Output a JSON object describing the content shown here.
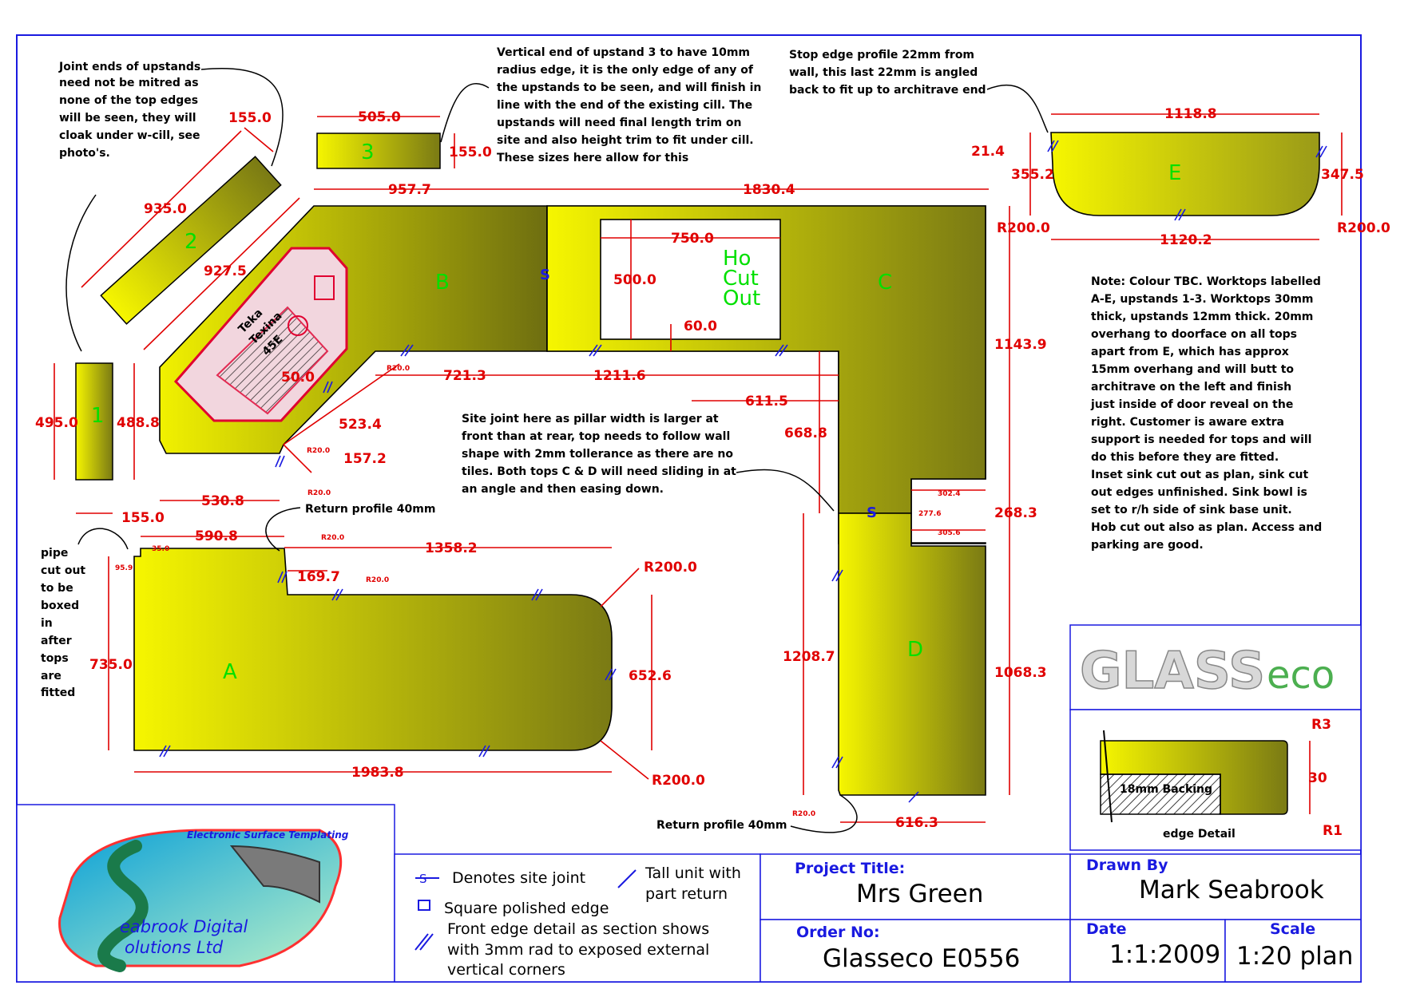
{
  "notes": {
    "joint_ends": [
      "Joint ends of upstands",
      "need not be mitred as",
      "none of the top edges",
      "will be seen, they will",
      "cloak under w-cill, see",
      "photo's."
    ],
    "upstand3": [
      "Vertical end of upstand 3 to have 10mm",
      "radius edge, it is the only edge of any of",
      "the upstands to be seen, and will finish in",
      "line with the end of the existing cill. The",
      "upstands will need final length trim on",
      "site and also height trim to fit under cill.",
      "These sizes here allow for this"
    ],
    "stop_edge": [
      "Stop edge profile 22mm from",
      "wall, this last 22mm is angled",
      "back to fit up to architrave end"
    ],
    "site_joint": [
      "Site joint here as pillar width is larger at",
      "front than at rear, top needs to follow wall",
      "shape with 2mm tollerance as there are no",
      "tiles. Both tops C & D will need sliding in at",
      "an angle and then easing down."
    ],
    "pipe": [
      "pipe",
      "cut out",
      "to be",
      "boxed",
      "in",
      "after",
      "tops",
      "are",
      "fitted"
    ],
    "general": [
      "Note: Colour TBC. Worktops labelled",
      "A-E, upstands 1-3. Worktops 30mm",
      "thick, upstands 12mm thick. 20mm",
      "overhang to doorface on all tops",
      "apart from E, which has approx",
      "15mm overhang and will butt to",
      "architrave on the left and finish",
      "just inside of door reveal on the",
      "right. Customer is aware extra",
      "support is needed for tops and will",
      "do this before they are fitted.",
      "Inset sink cut out as plan, sink cut",
      "out edges unfinished. Sink bowl is",
      "set to r/h side of sink base unit.",
      "Hob cut out also as plan. Access and",
      "parking are good."
    ],
    "return_profile_1": "Return profile 40mm",
    "return_profile_2": "Return profile 40mm"
  },
  "labels": {
    "a": "A",
    "b": "B",
    "c": "C",
    "d": "D",
    "e": "E",
    "u1": "1",
    "u2": "2",
    "u3": "3",
    "hob": [
      "Ho",
      "Cut",
      "Out"
    ],
    "sink": [
      "Teka",
      "Texina",
      "45E"
    ],
    "site_joint_mark": "S"
  },
  "dims": {
    "u3_len": "505.0",
    "u3_h": "155.0",
    "u2_w": "155.0",
    "u2_len": "935.0",
    "u2_inner": "927.5",
    "u1_len": "495.0",
    "u1_inner": "488.8",
    "u1_w": "155.0",
    "top_b": "957.7",
    "top_c": "1830.4",
    "hob_w": "750.0",
    "hob_h": "500.0",
    "hob_off": "60.0",
    "sink_r": "50.0",
    "b_front": "721.3",
    "b_front2": "1211.6",
    "c_front": "611.5",
    "diag": "523.4",
    "diag2": "157.2",
    "b_left": "530.8",
    "r20a": "R20.0",
    "r20b": "R20.0",
    "r20c": "R20.0",
    "a_top": "590.8",
    "a_top2": "1358.2",
    "a_step": "169.7",
    "a_small1": "35.0",
    "a_small2": "95.9",
    "a_r20a": "R20.0",
    "a_r20b": "R20.0",
    "a_left": "735.0",
    "a_bottom": "1983.8",
    "a_right": "652.6",
    "a_r200a": "R200.0",
    "a_r200b": "R200.0",
    "c_right": "1143.9",
    "c_inner": "668.8",
    "pillar_top": "302.4",
    "pillar_mid": "277.6",
    "pillar_bot": "305.6",
    "pillar_h": "268.3",
    "d_left": "1208.7",
    "d_right": "1068.3",
    "d_bottom": "616.3",
    "d_r20": "R20.0",
    "e_top": "1118.8",
    "e_bottom": "1120.2",
    "e_left": "355.2",
    "e_right": "347.5",
    "e_step": "21.4",
    "e_r200l": "R200.0",
    "e_r200r": "R200.0",
    "edge_r3": "R3",
    "edge_30": "30",
    "edge_r1": "R1"
  },
  "edge_detail": {
    "backing": "18mm Backing",
    "caption": "edge Detail"
  },
  "logo": {
    "brand_gray": "GLASS",
    "brand_green": "eco"
  },
  "company": {
    "tagline": "Electronic Surface Templating",
    "line1": "eabrook Digital",
    "line2": "olutions Ltd"
  },
  "legend": {
    "site_joint": "Denotes site joint",
    "tall_unit": [
      "Tall unit with",
      "part return"
    ],
    "square_edge": "Square polished edge",
    "front_edge": [
      "Front edge detail as section shows",
      "with 3mm rad to exposed external",
      "vertical corners"
    ]
  },
  "title_block": {
    "project_label": "Project Title:",
    "project": "Mrs Green",
    "drawn_label": "Drawn By",
    "drawn": "Mark Seabrook",
    "order_label": "Order No:",
    "order": "Glasseco E0556",
    "date_label": "Date",
    "date": "1:1:2009",
    "scale_label": "Scale",
    "scale": "1:20 plan"
  },
  "colors": {
    "border": "#1a1ae0",
    "dimension": "#e00000",
    "worktop_light": "#f6f600",
    "worktop_dark": "#7a7a14",
    "label": "#00e000"
  }
}
